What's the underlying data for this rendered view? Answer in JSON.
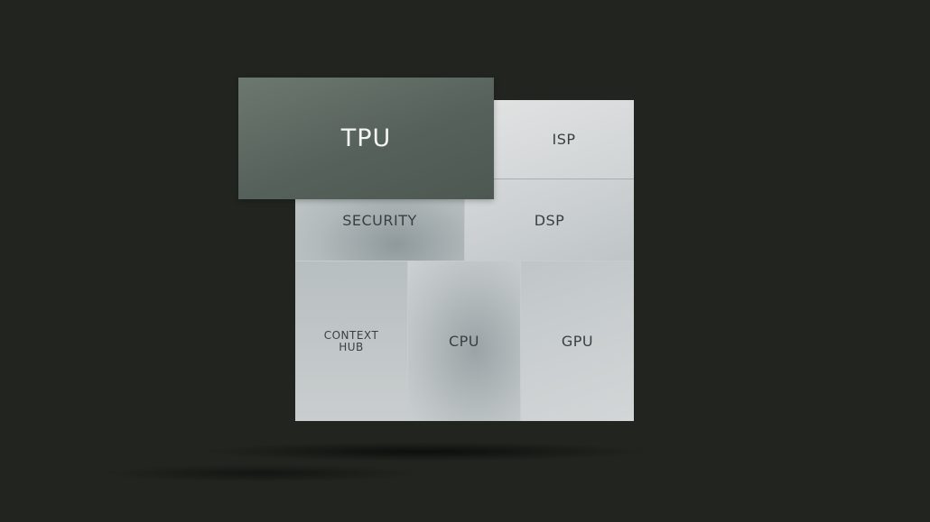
{
  "blocks": {
    "tpu": "TPU",
    "isp": "ISP",
    "security": "SECURITY",
    "dsp": "DSP",
    "context_hub": "CONTEXT HUB",
    "cpu": "CPU",
    "gpu": "GPU"
  },
  "colors": {
    "background": "#22251f",
    "tpu": "#5d6962",
    "blocks": "#c8cdce"
  }
}
